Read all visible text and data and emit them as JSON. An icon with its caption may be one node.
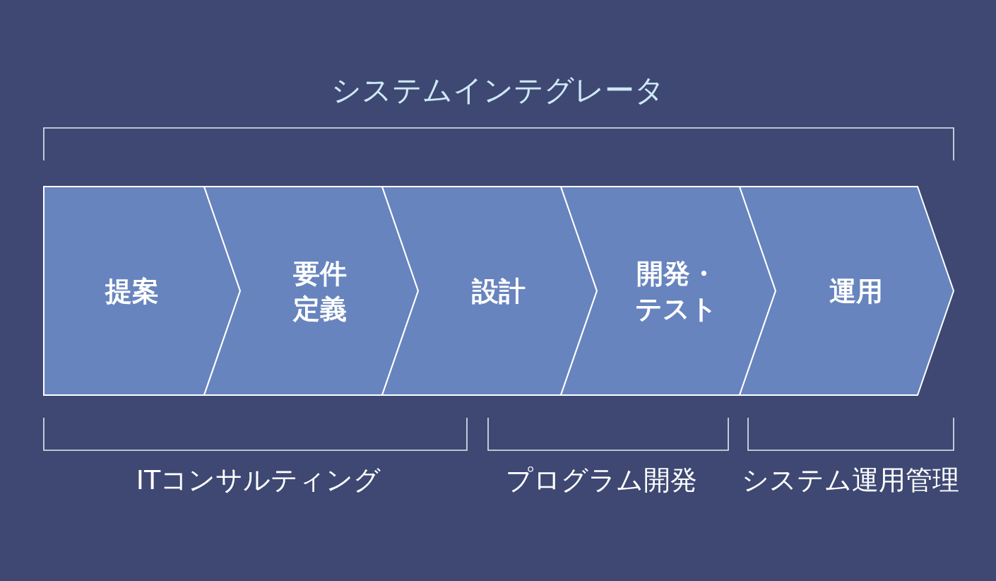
{
  "diagram": {
    "nodes": [
      {
        "text": [
          "提案"
        ]
      },
      {
        "text": [
          "要件定義"
        ]
      },
      {
        "text": [
          "設計"
        ]
      },
      {
        "text": [
          "開発・テスト"
        ]
      },
      {
        "text": [
          "運用"
        ]
      }
    ],
    "labels": [
      "システムインテグレータ",
      "ITコンサルティング",
      "プログラム開発",
      "システム運用管理"
    ]
  }
}
